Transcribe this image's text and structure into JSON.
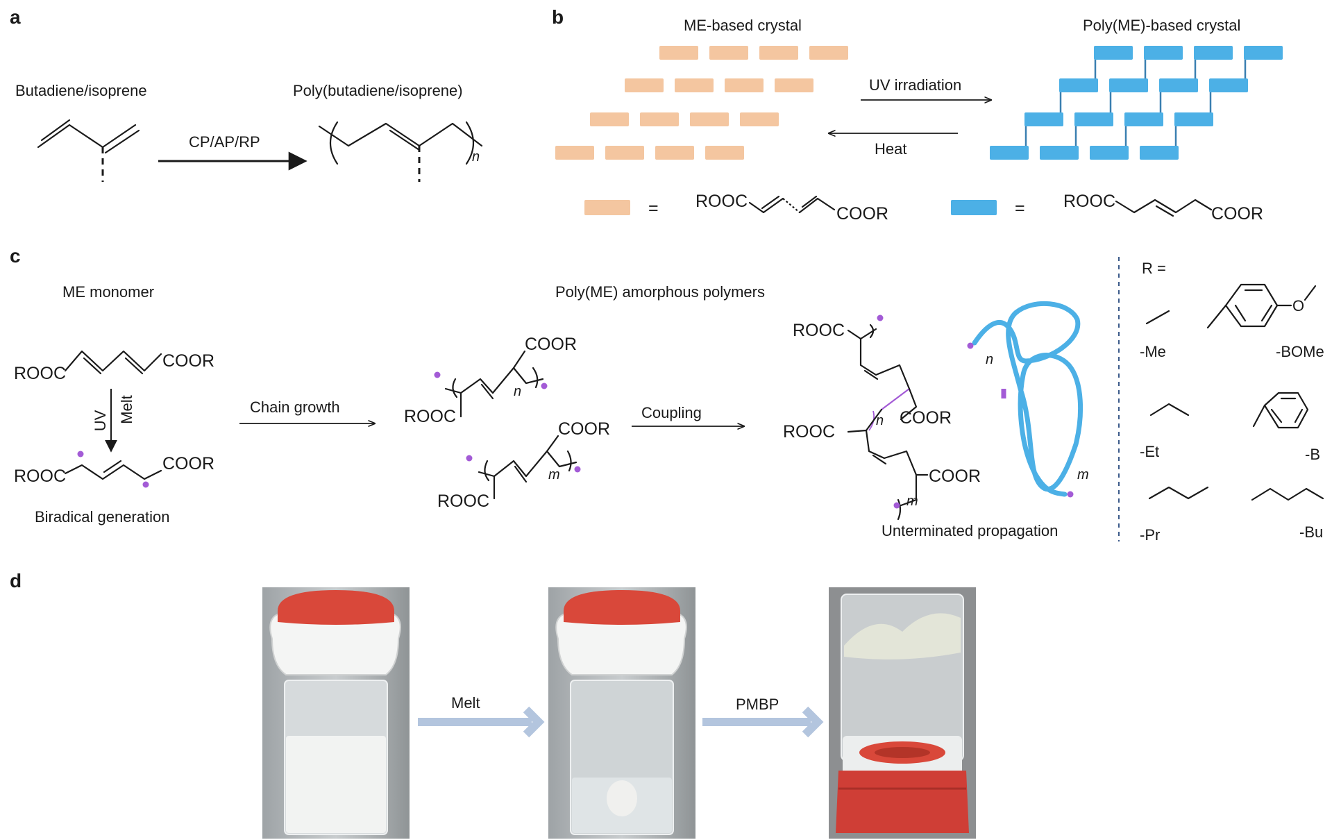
{
  "panels": {
    "a": "a",
    "b": "b",
    "c": "c",
    "d": "d"
  },
  "panel_a": {
    "monomer_label": "Butadiene/isoprene",
    "polymer_label": "Poly(butadiene/isoprene)",
    "arrow_label": "CP/AP/RP",
    "n": "n"
  },
  "panel_b": {
    "left_title": "ME-based crystal",
    "right_title": "Poly(ME)-based crystal",
    "forward_label": "UV irradiation",
    "reverse_label": "Heat",
    "eq": "=",
    "rooc": "ROOC",
    "coor": "COOR",
    "colors": {
      "monomer": "#f4c6a0",
      "polymer": "#4cb0e6"
    }
  },
  "panel_c": {
    "monomer_title": "ME monomer",
    "polymer_title": "Poly(ME) amorphous polymers",
    "uv": "UV",
    "melt": "Melt",
    "biradical": "Biradical generation",
    "chain_growth": "Chain growth",
    "coupling": "Coupling",
    "unterminated": "Unterminated propagation",
    "rooc": "ROOC",
    "coor": "COOR",
    "n": "n",
    "m": "m",
    "r_eq": "R =",
    "substituents": [
      "-Me",
      "-BOMe",
      "-Et",
      "-B",
      "-Pr",
      "-Bu"
    ],
    "o_atom": "O",
    "radical_color": "#a35bd6",
    "chain_color": "#4cb0e6"
  },
  "panel_d": {
    "arrow1": "Melt",
    "arrow2": "PMBP",
    "photos": [
      "white-powder-vial",
      "melted-liquid-vial",
      "inverted-solid-vial"
    ]
  }
}
